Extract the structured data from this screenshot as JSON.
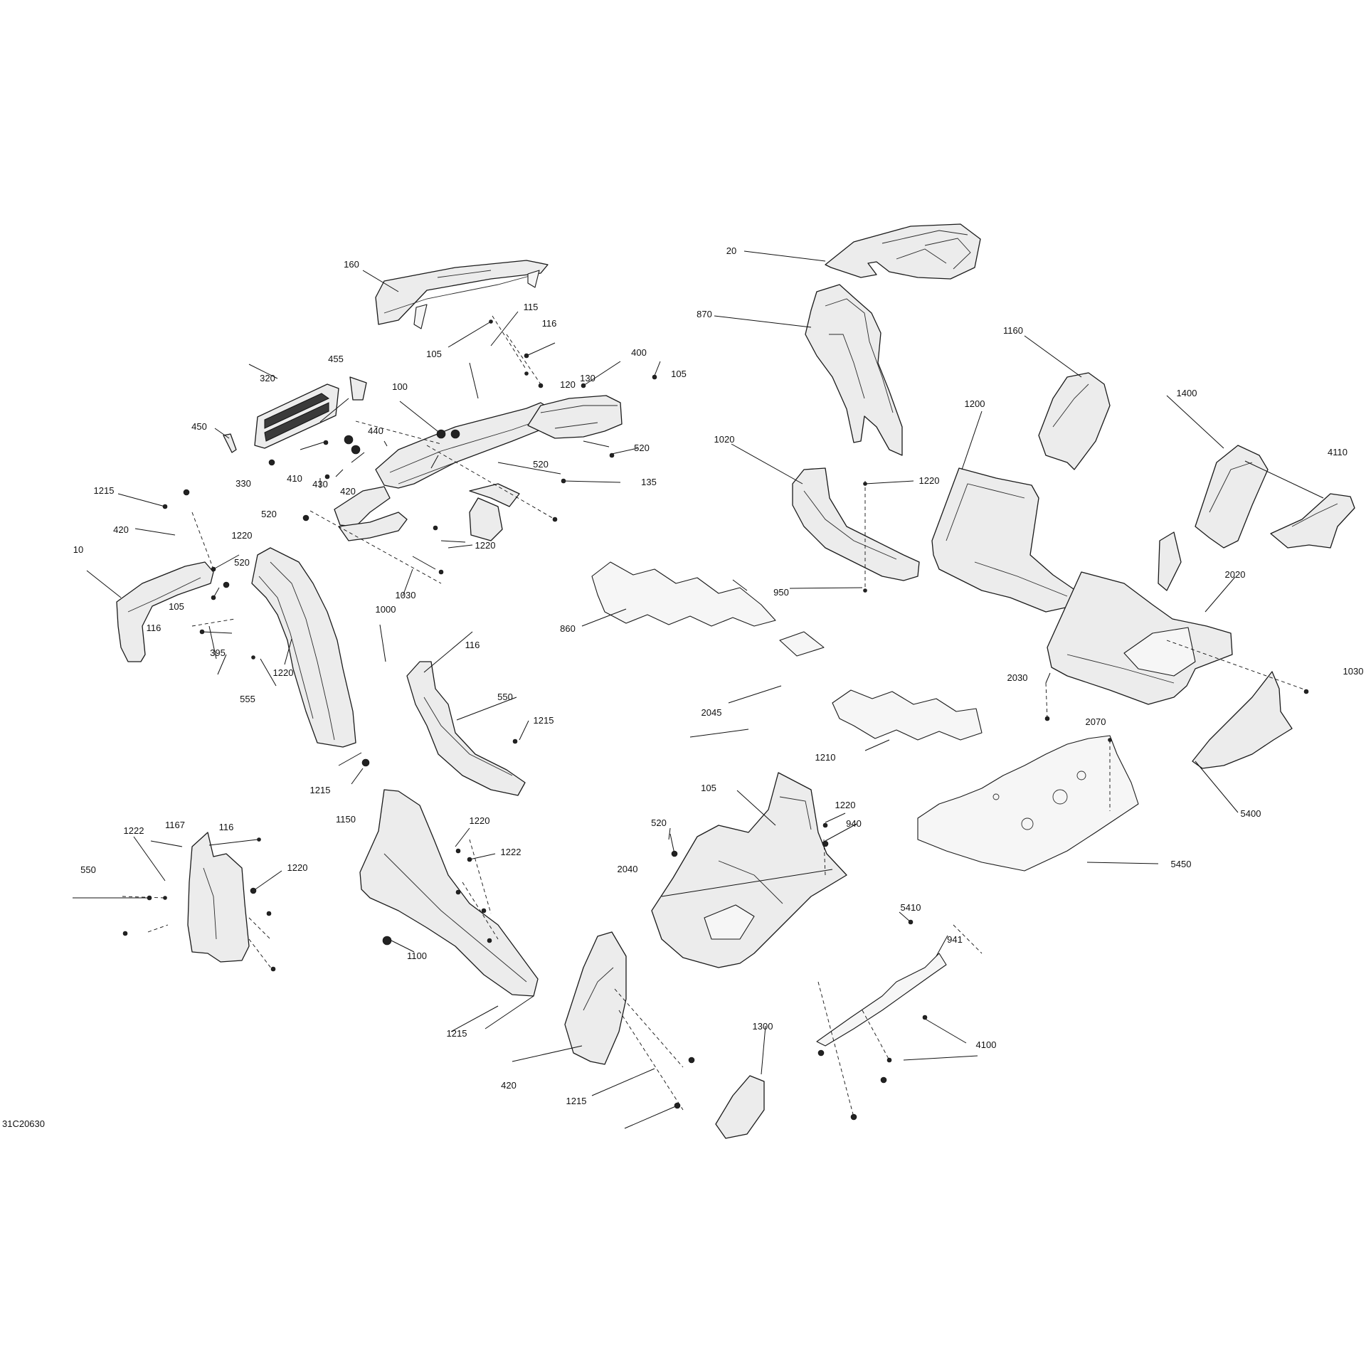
{
  "diagram": {
    "figure_id": "31C20630",
    "callouts": [
      "20",
      "160",
      "870",
      "115",
      "116",
      "1160",
      "400",
      "105",
      "130",
      "120",
      "455",
      "320",
      "105",
      "100",
      "1200",
      "1400",
      "4110",
      "450",
      "440",
      "520",
      "330",
      "410",
      "430",
      "420",
      "520",
      "135",
      "1020",
      "1220",
      "1215",
      "420",
      "520",
      "1220",
      "10",
      "520",
      "105",
      "116",
      "395",
      "1220",
      "1030",
      "950",
      "2020",
      "860",
      "1000",
      "116",
      "550",
      "555",
      "1220",
      "1215",
      "1030",
      "2030",
      "2045",
      "2070",
      "1210",
      "1215",
      "1150",
      "1167",
      "116",
      "1222",
      "1220",
      "1222",
      "1220",
      "550",
      "105",
      "1220",
      "520",
      "940",
      "2040",
      "5450",
      "5400",
      "5410",
      "941",
      "1100",
      "1215",
      "4100",
      "1300",
      "420",
      "1215"
    ]
  }
}
